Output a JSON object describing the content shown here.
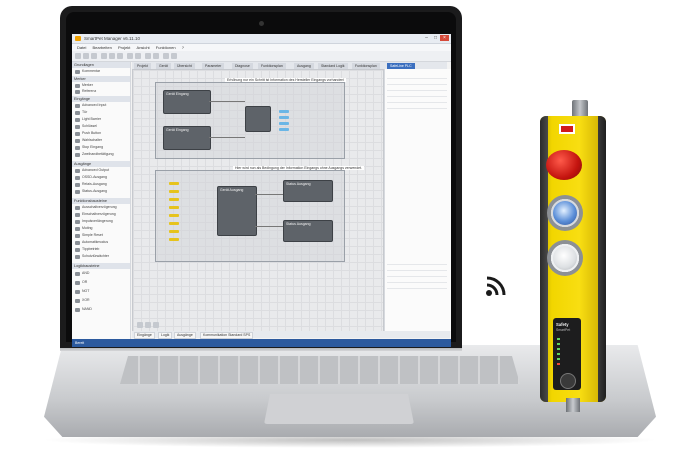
{
  "app": {
    "title": "SmartPet Manager v6.11.10",
    "menu": [
      "Datei",
      "Bearbeiten",
      "Projekt",
      "Ansicht",
      "Funktionen",
      "?"
    ],
    "tabs": [
      "Projekt",
      "Gerät",
      "Übersicht",
      "Parameter",
      "Diagnose",
      "Funktionsplan",
      "Ausgang",
      "Standard Logik",
      "Funktionsplan",
      "SafeLine PLC"
    ],
    "sidebar": {
      "sections": [
        {
          "header": "Grundlagen",
          "items": [
            "Kommentar"
          ]
        },
        {
          "header": "Merker",
          "items": [
            "Merker",
            "Referenz"
          ]
        },
        {
          "header": "Eingänge",
          "items": [
            "Advanced Input",
            "Tür",
            "Light Barrier",
            "Schlüssel",
            "Push Button",
            "Wahlschalter",
            "Stop Eingang",
            "Zweihandbetätigung"
          ]
        },
        {
          "header": "Ausgänge",
          "items": [
            "Advanced Output",
            "OSSD-Ausgang",
            "Relais-Ausgang",
            "Status-Ausgang"
          ]
        },
        {
          "header": "Funktionsbausteine",
          "items": [
            "Ausschaltverzögerung",
            "Einschaltverzögerung",
            "Impulsverlängerung",
            "Muting",
            "Simple Reset",
            "Automatikmodus",
            "Tippbetrieb",
            "Schutztürwächter"
          ]
        },
        {
          "header": "Logikbausteine",
          "items": [
            "AND",
            "OR",
            "NOT",
            "XOR",
            "NAND"
          ]
        }
      ]
    },
    "canvas": {
      "group1_label": "Erhöhung nur ein Schritt ist Information des Hersteller Eingangs vorhanden!",
      "group2_label": "Hier wird nun als Bedingung der Information Eingangs ohne Ausgangs verwendet.",
      "nodes": [
        "Gerät Eingang",
        "Gerät Eingang",
        "Gerät Ausgang",
        "Status Ausgang",
        "Status Ausgang"
      ]
    },
    "bottom_tabs": [
      "Eingänge",
      "Logik",
      "Ausgänge",
      "Kommunikation Standard SPS"
    ],
    "status": "Bereit"
  },
  "device": {
    "brand": "Safety",
    "model": "SmartPet"
  },
  "icons": {
    "wifi": "wifi-icon",
    "estop": "emergency-stop-button",
    "blue": "blue-illuminated-button",
    "white": "white-illuminated-button"
  },
  "colors": {
    "device_yellow": "#f8de12",
    "estop_red": "#c4140f",
    "accent_blue": "#3b6fbf"
  }
}
